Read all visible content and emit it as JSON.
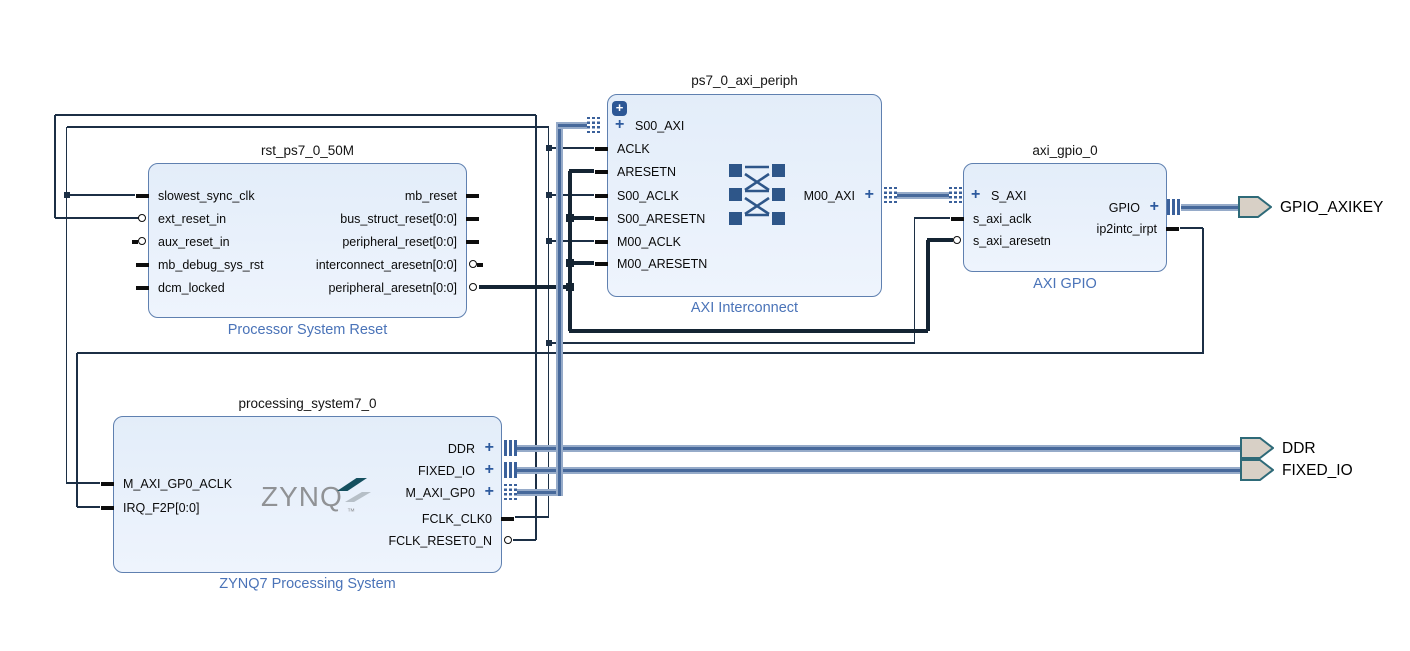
{
  "icons": {
    "plus": "+",
    "expand_plus": "+"
  },
  "colors": {
    "block_fill": "#e9f1fb",
    "block_border": "#5f80b0",
    "wire": "#1c2f45",
    "wire_thick": "#142433",
    "bus_core": "#47699b",
    "bus_edge": "#96abc9",
    "indicator": "#3b619b",
    "type_label": "#4a73b8",
    "plus": "#2d5a9e",
    "expand_bg": "#2c5795",
    "ext_fill": "#d8d0c6",
    "ext_border": "#2e6a78",
    "logo_gray": "#909295",
    "logo_dark": "#15505f",
    "logo_light": "#b6bfc7"
  },
  "blocks": {
    "rst": {
      "instance": "rst_ps7_0_50M",
      "type_label": "Processor System Reset",
      "left_ports": [
        "slowest_sync_clk",
        "ext_reset_in",
        "aux_reset_in",
        "mb_debug_sys_rst",
        "dcm_locked"
      ],
      "right_ports": [
        "mb_reset",
        "bus_struct_reset[0:0]",
        "peripheral_reset[0:0]",
        "interconnect_aresetn[0:0]",
        "peripheral_aresetn[0:0]"
      ]
    },
    "axi_periph": {
      "instance": "ps7_0_axi_periph",
      "type_label": "AXI Interconnect",
      "left_ports": [
        "S00_AXI",
        "ACLK",
        "ARESETN",
        "S00_ACLK",
        "S00_ARESETN",
        "M00_ACLK",
        "M00_ARESETN"
      ],
      "right_ports": [
        "M00_AXI"
      ]
    },
    "axi_gpio": {
      "instance": "axi_gpio_0",
      "type_label": "AXI GPIO",
      "left_ports": [
        "S_AXI",
        "s_axi_aclk",
        "s_axi_aresetn"
      ],
      "right_ports": [
        "GPIO",
        "ip2intc_irpt"
      ]
    },
    "ps7": {
      "instance": "processing_system7_0",
      "type_label": "ZYNQ7 Processing System",
      "logo": "ZYNQ",
      "logo_tm": "™",
      "left_ports": [
        "M_AXI_GP0_ACLK",
        "IRQ_F2P[0:0]"
      ],
      "right_ports": [
        "DDR",
        "FIXED_IO",
        "M_AXI_GP0",
        "FCLK_CLK0",
        "FCLK_RESET0_N"
      ]
    }
  },
  "external_ports": [
    "GPIO_AXIKEY",
    "DDR",
    "FIXED_IO"
  ]
}
